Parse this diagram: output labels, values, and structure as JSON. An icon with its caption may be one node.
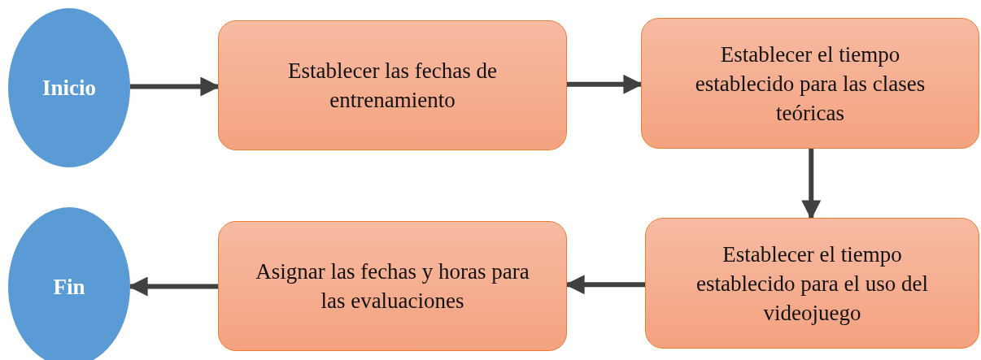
{
  "diagram": {
    "nodes": [
      {
        "text": [
          "Inicio"
        ]
      },
      {
        "text": [
          "Establecer las fechas de entrenamiento"
        ]
      },
      {
        "text": [
          "Establecer el tiempo establecido para las clases teóricas"
        ]
      },
      {
        "text": [
          "Establecer el tiempo establecido para el uso del videojuego"
        ]
      },
      {
        "text": [
          "Asignar las fechas y horas para las evaluaciones"
        ]
      },
      {
        "text": [
          "Fin"
        ]
      }
    ],
    "edges": [
      {
        "from": 0,
        "to": 1,
        "arrow": "to"
      },
      {
        "from": 1,
        "to": 2,
        "arrow": "to"
      },
      {
        "from": 2,
        "to": 3,
        "arrow": "to"
      },
      {
        "from": 3,
        "to": 4,
        "arrow": "to"
      },
      {
        "from": 4,
        "to": 5,
        "arrow": "to"
      }
    ]
  }
}
